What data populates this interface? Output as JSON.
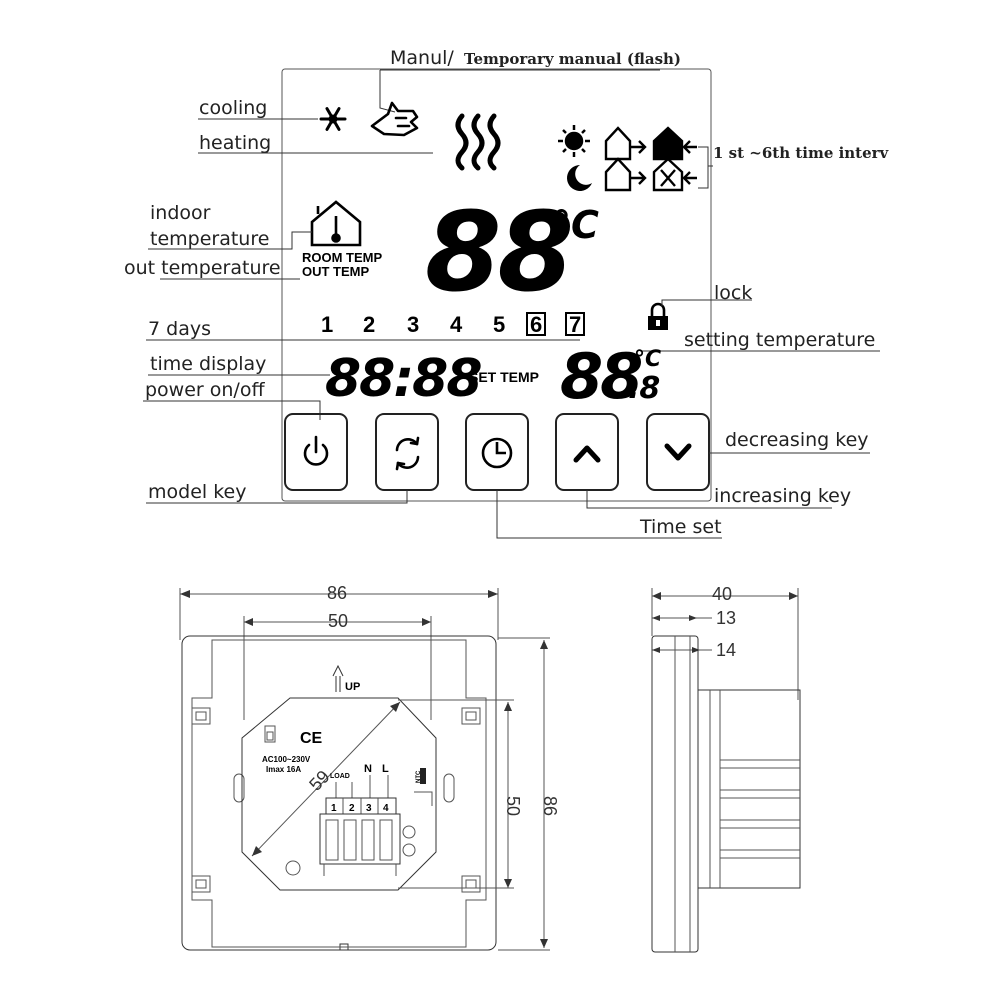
{
  "labels": {
    "manual_a": "Manul/",
    "manual_b": "Temporary manual (flash)",
    "cooling": "cooling",
    "heating": "heating",
    "time_interval": "1 st ~6th time interv",
    "indoor_1": "indoor",
    "indoor_2": "temperature",
    "out_temp": "out temperature",
    "lock": "lock",
    "seven_days": "7 days",
    "setting_temp": "setting temperature",
    "time_display": "time display",
    "power": "power on/off",
    "decreasing": "decreasing key",
    "model_key": "model key",
    "increasing": "increasing key",
    "time_set": "Time set"
  },
  "display": {
    "room_temp": "ROOM TEMP",
    "out_temp": "OUT TEMP",
    "main_digits": "88",
    "main_unit": "°C",
    "days": [
      "1",
      "2",
      "3",
      "4",
      "5",
      "6",
      "7"
    ],
    "time": "88:88",
    "set_temp_label": "SET TEMP",
    "set_digits": "88",
    "set_unit": "°C",
    "set_decimal": ".8"
  },
  "dimensions": {
    "front_width": "86",
    "inner_width": "50",
    "inner_height": "50",
    "front_height": "86",
    "diag": "59",
    "side_depth": "40",
    "side_a": "13",
    "side_b": "14"
  },
  "back_panel": {
    "up": "UP",
    "ce": "CE",
    "spec_1": "AC100~230V",
    "spec_2": "Imax 16A",
    "n": "N",
    "l": "L",
    "terminals": [
      "1",
      "2",
      "3",
      "4"
    ],
    "ntc": "NTC",
    "load": "LOAD"
  },
  "colors": {
    "line": "#333333",
    "display": "#000000"
  }
}
